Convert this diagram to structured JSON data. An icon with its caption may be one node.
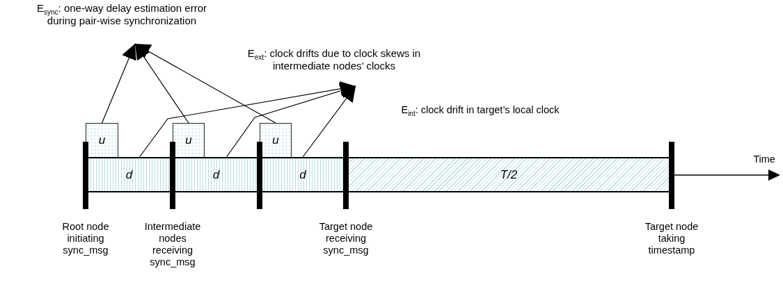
{
  "diagram": {
    "nodes": [
      {
        "text": [
          "E$_{sync}$: one-way delay estimation error during pair-wise synchronization"
        ]
      },
      {
        "text": [
          "E$_{ext}$: clock drifts due to clock skews in intermediate nodes’ clocks"
        ]
      },
      {
        "text": [
          "u"
        ]
      },
      {
        "text": [
          "u"
        ]
      },
      {
        "text": [
          "u"
        ]
      },
      {
        "text": [
          "d"
        ]
      },
      {
        "text": [
          "d"
        ]
      },
      {
        "text": [
          "d"
        ]
      },
      {
        "text": [
          "T/2"
        ]
      }
    ],
    "edges": [
      {
        "from": 2,
        "to": 0,
        "arrow": "to"
      },
      {
        "from": 3,
        "to": 0,
        "arrow": "to"
      },
      {
        "from": 4,
        "to": 0,
        "arrow": "to"
      },
      {
        "from": 5,
        "to": 1,
        "arrow": "to"
      },
      {
        "from": 6,
        "to": 1,
        "arrow": "to"
      },
      {
        "from": 7,
        "to": 1,
        "arrow": "to"
      }
    ],
    "labels": [
      "E$_{int}$: clock drift in target’s local clock",
      "Time",
      "Root node initiating sync_msg",
      "Intermediate nodes receiving sync_msg",
      "Target node receiving sync_msg",
      "Target node taking timestamp"
    ]
  }
}
